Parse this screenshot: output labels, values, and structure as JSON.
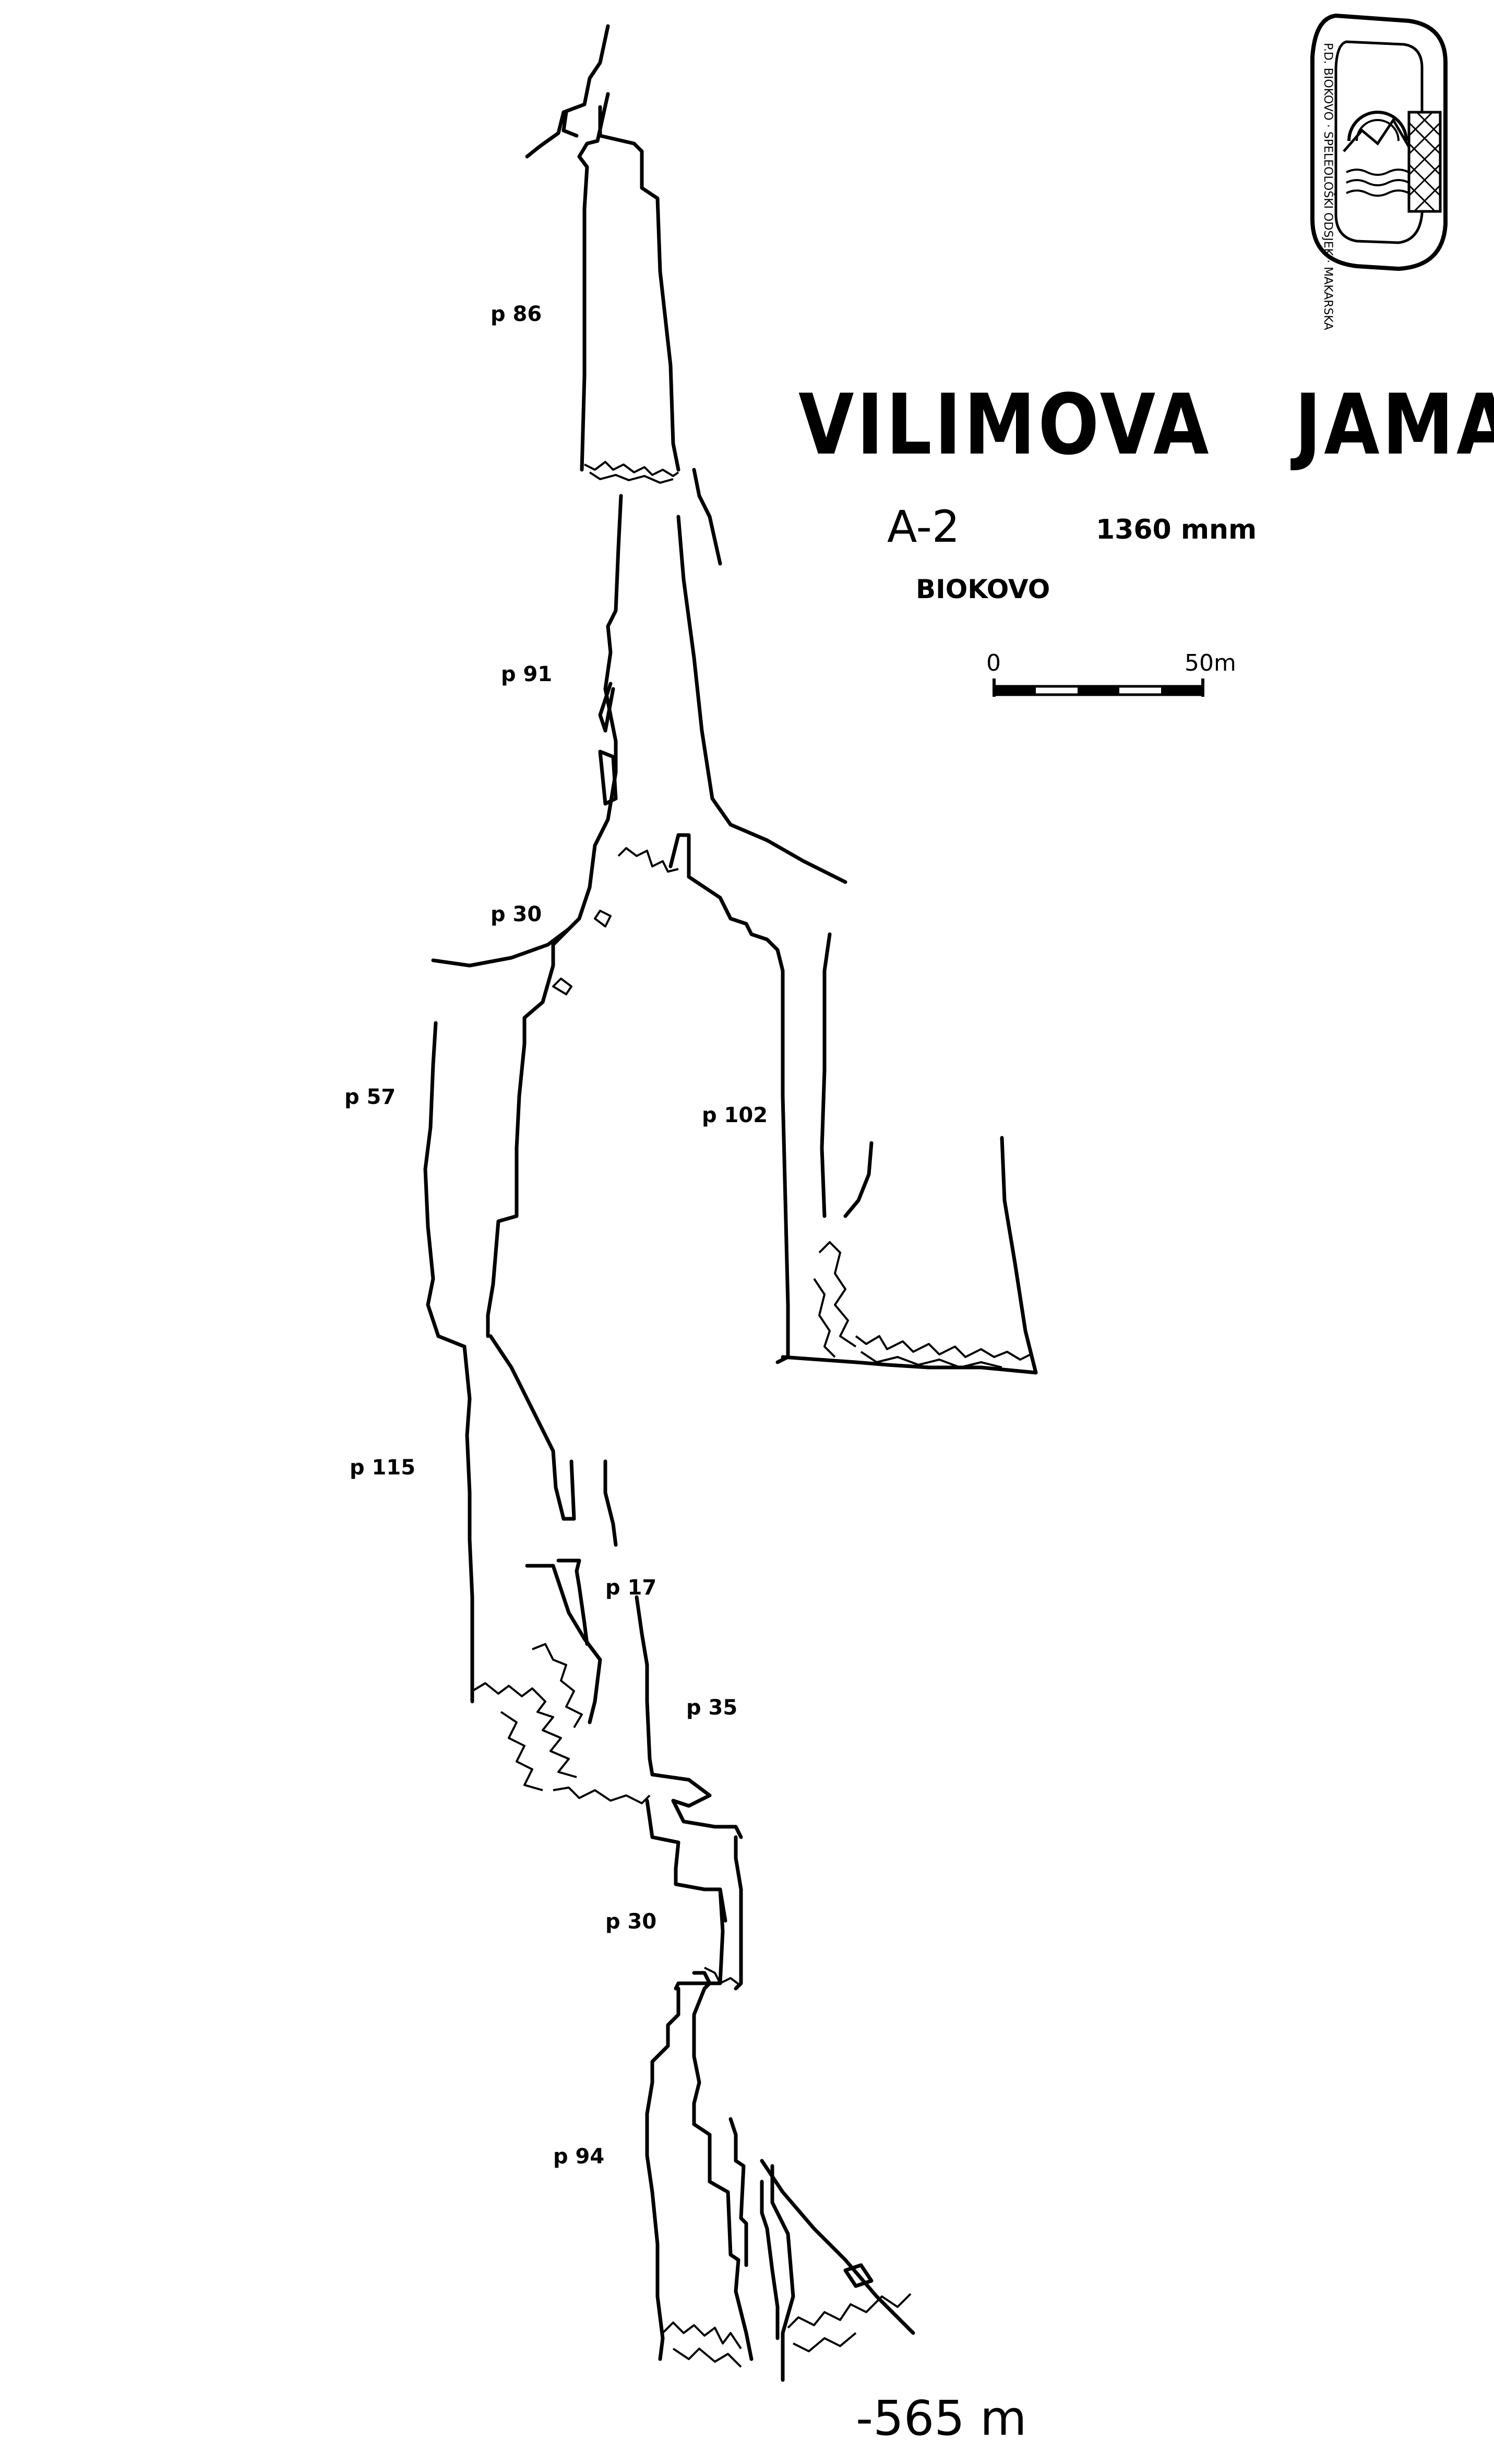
{
  "title": "VILIMOVA   JAMA",
  "cave_code": "A-2",
  "altitude": "1360 mnm",
  "region": "BIOKOVO",
  "scale_bar": {
    "start_label": "0",
    "end_label": "50m"
  },
  "final_depth": "-565 m",
  "pitches": [
    {
      "label": "p 86"
    },
    {
      "label": "p 91"
    },
    {
      "label": "p 30"
    },
    {
      "label": "p 57"
    },
    {
      "label": "p 102"
    },
    {
      "label": "p 115"
    },
    {
      "label": "p 17"
    },
    {
      "label": "p 35"
    },
    {
      "label": "p 30"
    },
    {
      "label": "p 94"
    }
  ],
  "seal": {
    "text": "P.D. BIOKOVO · SPELEOLOŠKI ODSJEK · MAKARSKA"
  },
  "colors": {
    "ink": "#000000",
    "paper": "#ffffff"
  }
}
